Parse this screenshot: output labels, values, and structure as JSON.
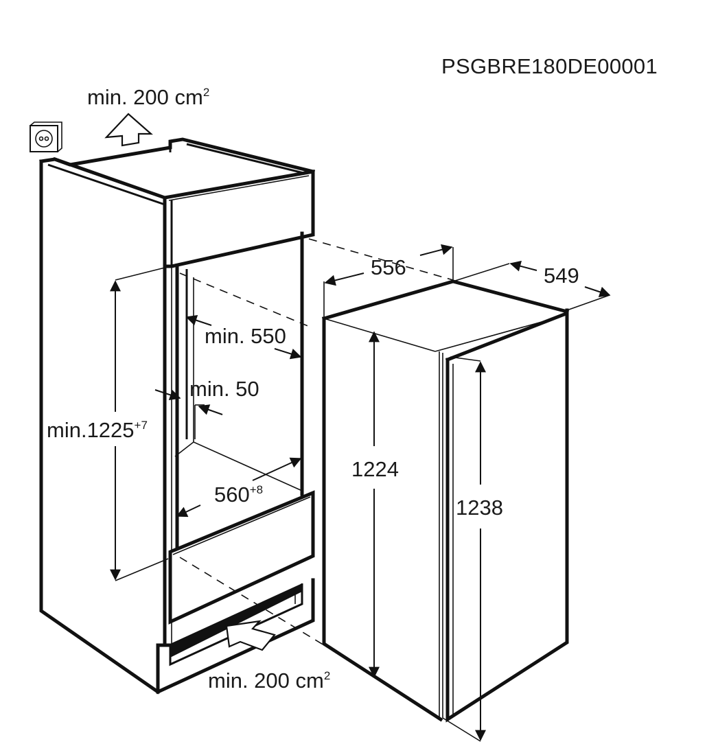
{
  "diagram": {
    "title": "Built-in refrigerator installation dimensions",
    "code": "PSGBRE180DE00001",
    "units": "mm",
    "ventilation": {
      "top": {
        "label": "min. 200 cm",
        "sup": "2",
        "direction": "up"
      },
      "bottom": {
        "label": "min. 200 cm",
        "sup": "2",
        "direction": "in"
      }
    },
    "niche": {
      "height": {
        "label": "min.1225",
        "tolerance": "+7"
      },
      "depth": {
        "label": "min. 550"
      },
      "vent_gap": {
        "label": "min. 50"
      },
      "width": {
        "label": "560",
        "tolerance": "+8"
      }
    },
    "appliance": {
      "width": {
        "label": "556"
      },
      "depth": {
        "label": "549"
      },
      "body_height": {
        "label": "1224"
      },
      "total_height": {
        "label": "1238"
      }
    },
    "icons": {
      "socket": "power-socket-icon",
      "vent_top_arrow": "arrow-up-icon",
      "vent_bottom_arrow": "arrow-in-icon"
    }
  }
}
